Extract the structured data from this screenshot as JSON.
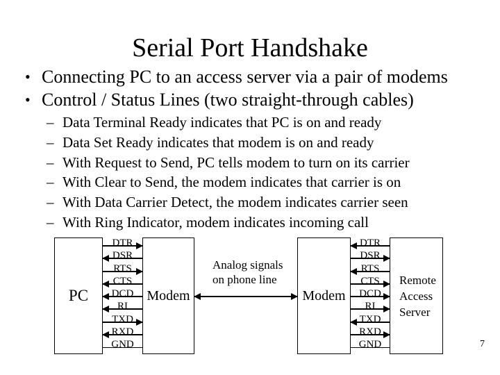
{
  "title": "Serial Port Handshake",
  "marks": {
    "bullet": "•",
    "dash": "–"
  },
  "bullets": [
    "Connecting PC to an access server via a pair of modems",
    "Control / Status Lines (two straight-through cables)"
  ],
  "sub_bullets": [
    "Data Terminal Ready indicates that PC is on and ready",
    "Data Set Ready indicates that modem is on and ready",
    "With Request to Send, PC tells modem to turn on its carrier",
    "With Clear to Send, the modem indicates that carrier is on",
    "With Data Carrier Detect, the modem indicates carrier seen",
    "With Ring Indicator, modem indicates incoming call"
  ],
  "diagram": {
    "boxes": {
      "pc": "PC",
      "modem_left": "Modem",
      "modem_right": "Modem",
      "ras_lines": [
        "Remote",
        "Access",
        "Server"
      ]
    },
    "signals": [
      {
        "label": "DTR",
        "left_arrow": "right",
        "right_arrow": "left"
      },
      {
        "label": "DSR",
        "left_arrow": "left",
        "right_arrow": "right"
      },
      {
        "label": "RTS",
        "left_arrow": "right",
        "right_arrow": "left"
      },
      {
        "label": "CTS",
        "left_arrow": "left",
        "right_arrow": "right"
      },
      {
        "label": "DCD",
        "left_arrow": "left",
        "right_arrow": "right"
      },
      {
        "label": "RI",
        "left_arrow": "left",
        "right_arrow": "right"
      },
      {
        "label": "TXD",
        "left_arrow": "right",
        "right_arrow": "left"
      },
      {
        "label": "RXD",
        "left_arrow": "left",
        "right_arrow": "right"
      },
      {
        "label": "GND",
        "left_arrow": "none",
        "right_arrow": "none"
      }
    ],
    "analog_label": [
      "Analog signals",
      "on phone line"
    ]
  },
  "page_number": "7"
}
